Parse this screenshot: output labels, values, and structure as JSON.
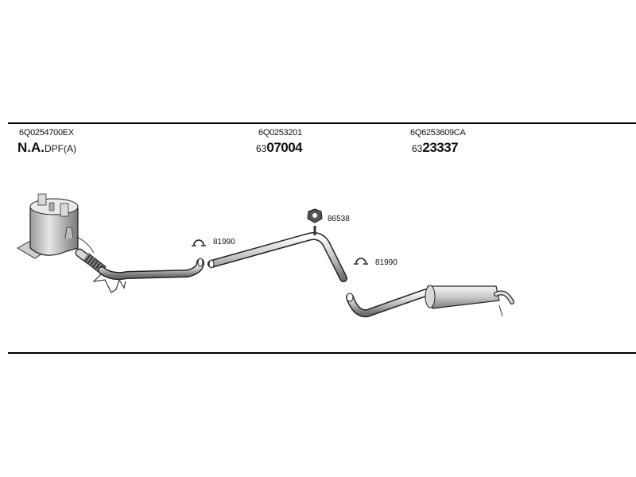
{
  "parts": [
    {
      "part_number": "6Q0254700EX",
      "prefix": "N.A.",
      "suffix": "DPF(A)"
    },
    {
      "part_number": "6Q0253201",
      "prefix": "63",
      "suffix": "07004"
    },
    {
      "part_number": "6Q6253609CA",
      "prefix": "63",
      "suffix": "23337"
    }
  ],
  "callouts": {
    "clamp_left": "81990",
    "gasket": "86538",
    "clamp_right": "81990"
  }
}
